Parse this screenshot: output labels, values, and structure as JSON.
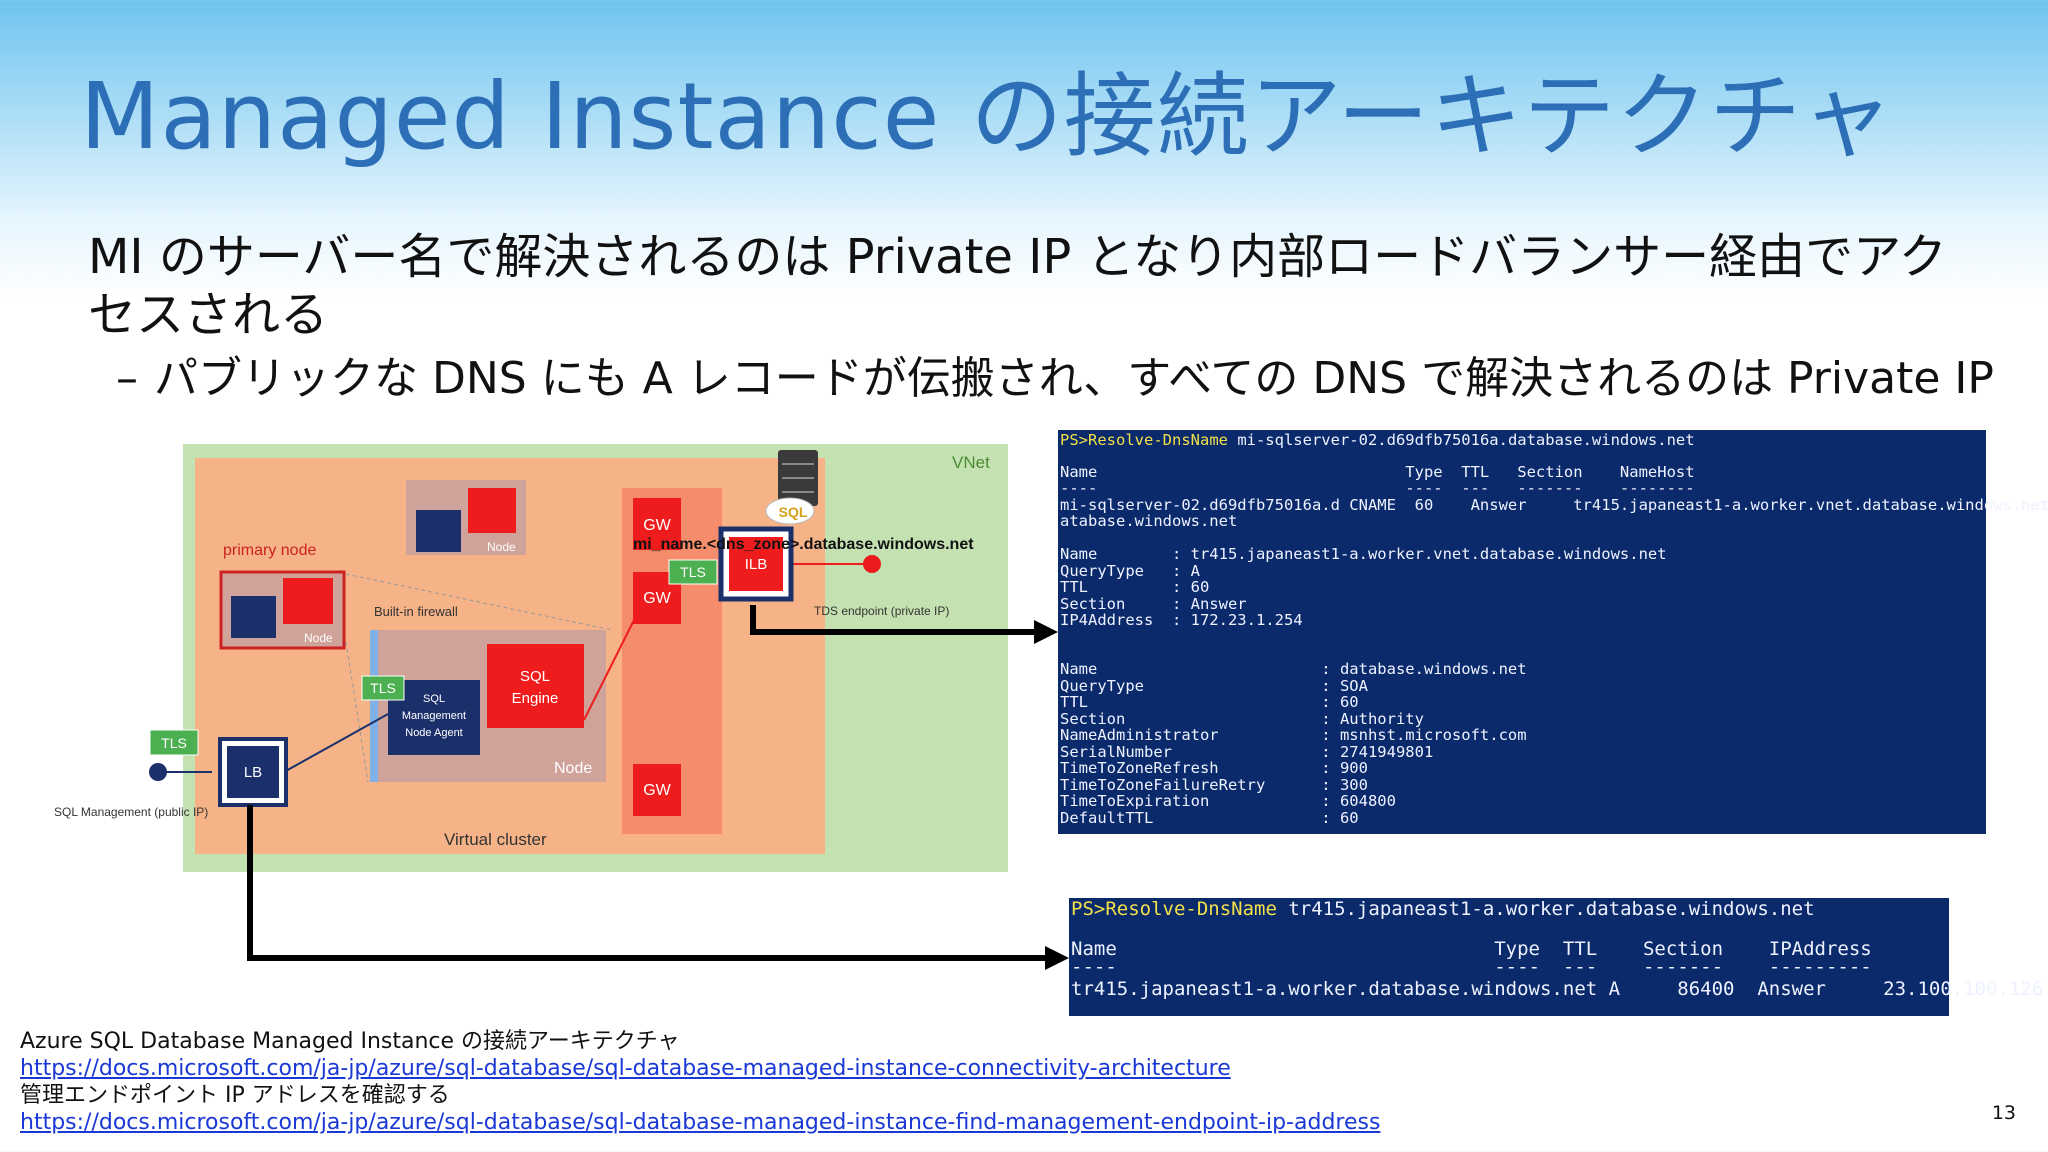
{
  "title": "Managed Instance の接続アーキテクチャ",
  "bullets": {
    "main": "MI のサーバー名で解決されるのは Private IP となり内部ロードバランサー経由でアクセスされる",
    "sub_dash": "–",
    "sub": "パブリックな DNS にも A レコードが伝搬され、すべての DNS で解決されるのは Private IP"
  },
  "diagram": {
    "vnet": "VNet",
    "primary_node": "primary node",
    "node": "Node",
    "builtin_firewall": "Built-in firewall",
    "sql_engine_1": "SQL",
    "sql_engine_2": "Engine",
    "agent_1": "SQL",
    "agent_2": "Management",
    "agent_3": "Node Agent",
    "tls": "TLS",
    "lb": "LB",
    "ilb": "ILB",
    "gw": "GW",
    "sql_badge": "SQL",
    "dns_name": "mi_name.<dns_zone>.database.windows.net",
    "tds_endpoint": "TDS endpoint (private IP)",
    "sql_mgmt": "SQL Management (public IP)",
    "virtual_cluster": "Virtual cluster"
  },
  "terminal1": {
    "prompt": "PS>",
    "command": "Resolve-DnsName",
    "arg": " mi-sqlserver-02.d69dfb75016a.database.windows.net",
    "header": "Name                                 Type  TTL   Section    NameHost",
    "underline": "----                                 ----  ---   -------    --------",
    "row1a": "mi-sqlserver-02.d69dfb75016a.d CNAME  60    Answer     tr415.japaneast1-a.worker.vnet.database.windows.net",
    "row1b": "atabase.windows.net",
    "rec1": [
      "Name        : tr415.japaneast1-a.worker.vnet.database.windows.net",
      "QueryType   : A",
      "TTL         : 60",
      "Section     : Answer",
      "IP4Address  : 172.23.1.254"
    ],
    "rec2": [
      "Name                        : database.windows.net",
      "QueryType                   : SOA",
      "TTL                         : 60",
      "Section                     : Authority",
      "NameAdministrator           : msnhst.microsoft.com",
      "SerialNumber                : 2741949801",
      "TimeToZoneRefresh           : 900",
      "TimeToZoneFailureRetry      : 300",
      "TimeToExpiration            : 604800",
      "DefaultTTL                  : 60"
    ]
  },
  "terminal2": {
    "prompt": "PS>",
    "command": "Resolve-DnsName",
    "arg": " tr415.japaneast1-a.worker.database.windows.net",
    "header": "Name                                 Type  TTL    Section    IPAddress",
    "underline": "----                                 ----  ---    -------    ---------",
    "row": "tr415.japaneast1-a.worker.database.windows.net A     86400  Answer     23.100.100.126"
  },
  "references": {
    "title1": "Azure SQL Database Managed Instance の接続アーキテクチャ",
    "link1": "https://docs.microsoft.com/ja-jp/azure/sql-database/sql-database-managed-instance-connectivity-architecture",
    "title2": "管理エンドポイント IP アドレスを確認する",
    "link2": "https://docs.microsoft.com/ja-jp/azure/sql-database/sql-database-managed-instance-find-management-endpoint-ip-address"
  },
  "page_number": "13",
  "colors": {
    "title": "#2d6fb7",
    "vnet_bg": "#c4e2b1",
    "cluster_bg": "#f5b387",
    "red": "#ee1c1c",
    "navy": "#1b2f6b",
    "terminal_bg": "#0a2a6b",
    "link": "#1a38d6"
  }
}
